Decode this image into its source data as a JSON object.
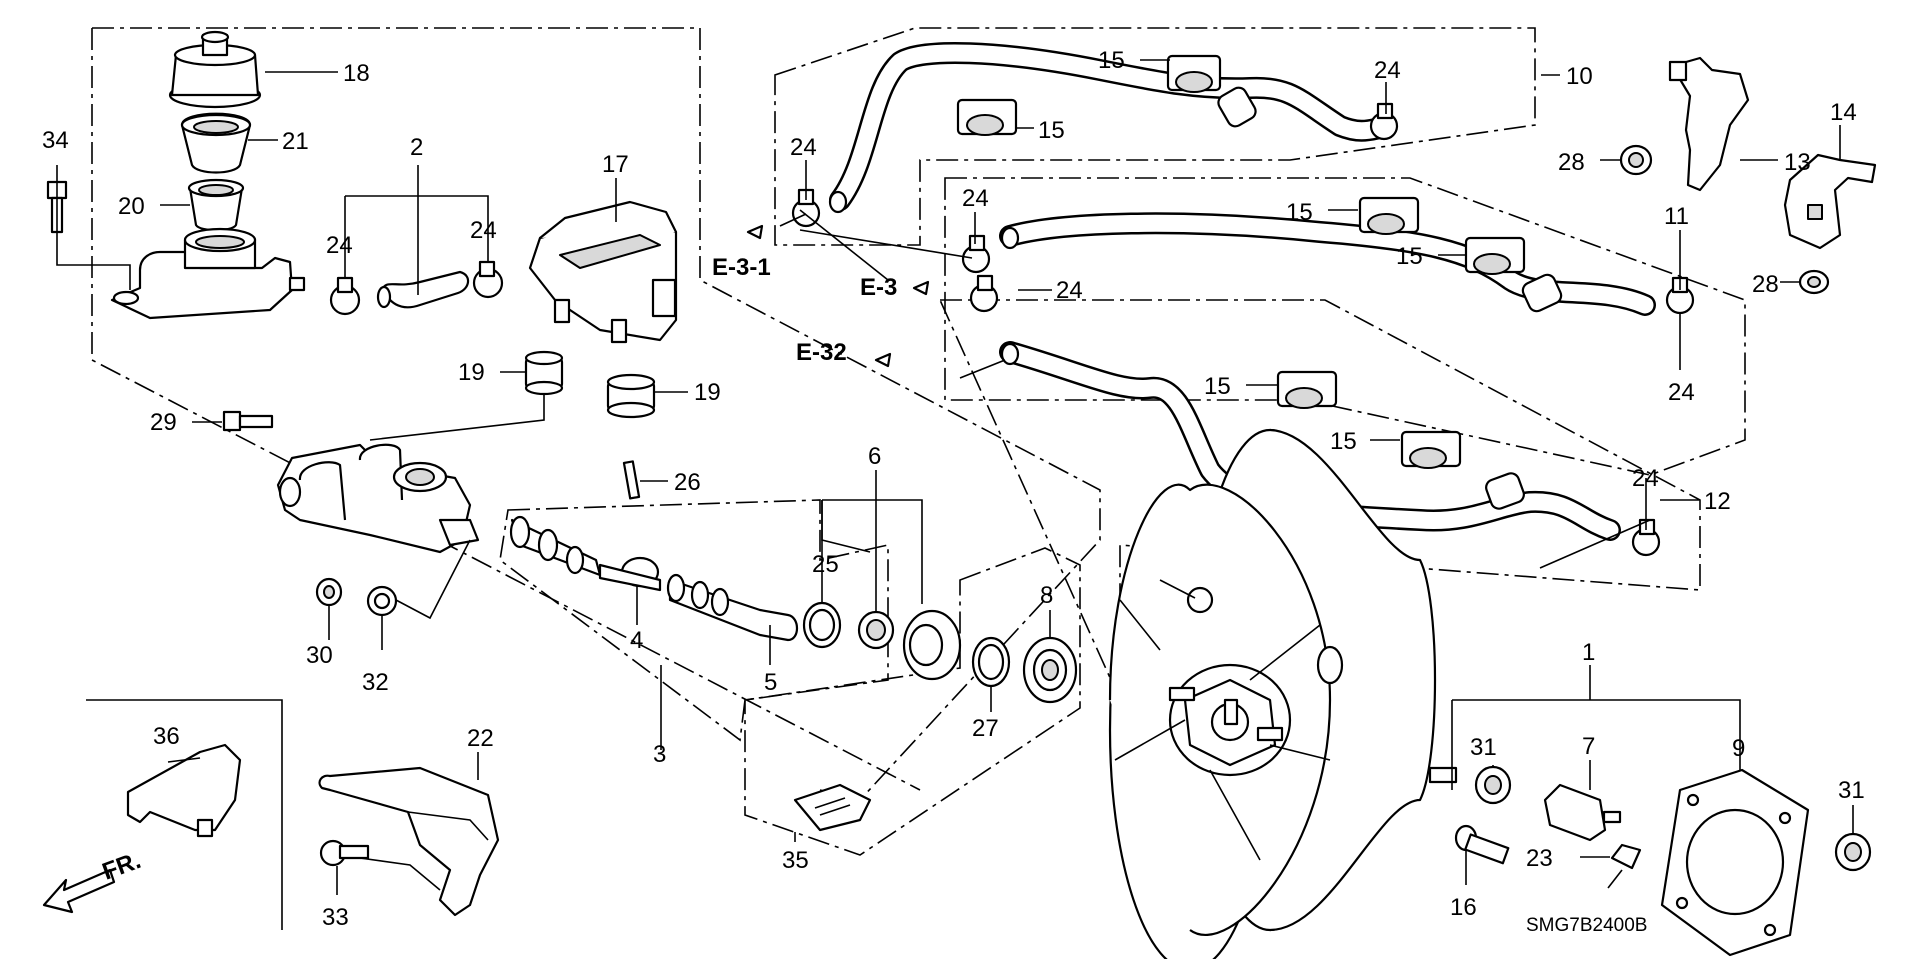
{
  "diagram": {
    "code": "SMG7B2400B",
    "front_label": "FR.",
    "refs": [
      "E-3-1",
      "E-3",
      "E-32"
    ],
    "callouts": [
      {
        "id": "c18",
        "text": "18"
      },
      {
        "id": "c21",
        "text": "21"
      },
      {
        "id": "c20",
        "text": "20"
      },
      {
        "id": "c34",
        "text": "34"
      },
      {
        "id": "c2",
        "text": "2"
      },
      {
        "id": "c24a",
        "text": "24"
      },
      {
        "id": "c24b",
        "text": "24"
      },
      {
        "id": "c17",
        "text": "17"
      },
      {
        "id": "c19a",
        "text": "19"
      },
      {
        "id": "c19b",
        "text": "19"
      },
      {
        "id": "c29",
        "text": "29"
      },
      {
        "id": "c26",
        "text": "26"
      },
      {
        "id": "c6",
        "text": "6"
      },
      {
        "id": "c25",
        "text": "25"
      },
      {
        "id": "c8",
        "text": "8"
      },
      {
        "id": "c4",
        "text": "4"
      },
      {
        "id": "c5",
        "text": "5"
      },
      {
        "id": "c30",
        "text": "30"
      },
      {
        "id": "c32",
        "text": "32"
      },
      {
        "id": "c27",
        "text": "27"
      },
      {
        "id": "c3",
        "text": "3"
      },
      {
        "id": "c36",
        "text": "36"
      },
      {
        "id": "c22",
        "text": "22"
      },
      {
        "id": "c33",
        "text": "33"
      },
      {
        "id": "c35",
        "text": "35"
      },
      {
        "id": "c15a",
        "text": "15"
      },
      {
        "id": "c15b",
        "text": "15"
      },
      {
        "id": "c24c",
        "text": "24"
      },
      {
        "id": "c24d",
        "text": "24"
      },
      {
        "id": "c10",
        "text": "10"
      },
      {
        "id": "c24e",
        "text": "24"
      },
      {
        "id": "c15c",
        "text": "15"
      },
      {
        "id": "c15d",
        "text": "15"
      },
      {
        "id": "c11",
        "text": "11"
      },
      {
        "id": "c24f",
        "text": "24"
      },
      {
        "id": "c24g",
        "text": "24"
      },
      {
        "id": "c15e",
        "text": "15"
      },
      {
        "id": "c15f",
        "text": "15"
      },
      {
        "id": "c24h",
        "text": "24"
      },
      {
        "id": "c12",
        "text": "12"
      },
      {
        "id": "c28a",
        "text": "28"
      },
      {
        "id": "c13",
        "text": "13"
      },
      {
        "id": "c14",
        "text": "14"
      },
      {
        "id": "c28b",
        "text": "28"
      },
      {
        "id": "c1",
        "text": "1"
      },
      {
        "id": "c31a",
        "text": "31"
      },
      {
        "id": "c7",
        "text": "7"
      },
      {
        "id": "c9",
        "text": "9"
      },
      {
        "id": "c31b",
        "text": "31"
      },
      {
        "id": "c23",
        "text": "23"
      },
      {
        "id": "c16",
        "text": "16"
      }
    ]
  }
}
